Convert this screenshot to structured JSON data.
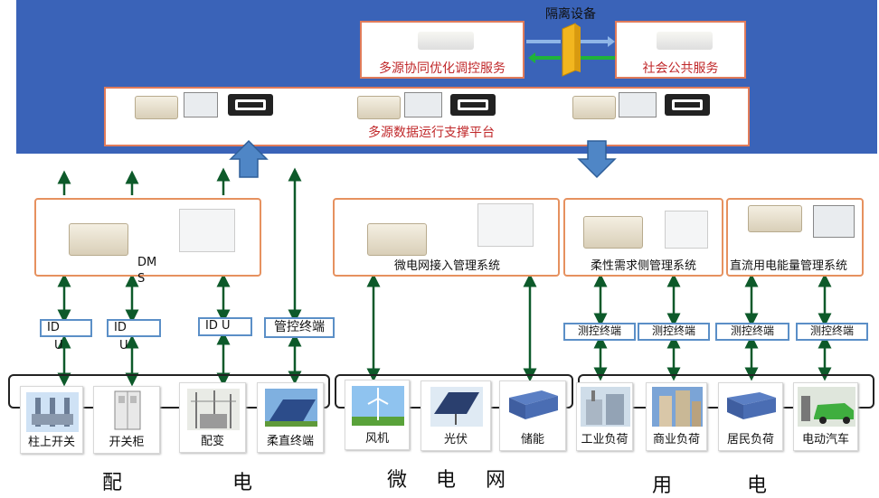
{
  "top": {
    "isolation_label": "隔离设备",
    "dispatch_service": "多源协同优化调控服务",
    "public_service": "社会公共服务",
    "platform": "多源数据运行支撑平台"
  },
  "distribution": {
    "dms_label_line1": "DM",
    "dms_label_line2": "S",
    "idu_labels": [
      {
        "line1": "ID",
        "line2": "U"
      },
      {
        "line1": "ID",
        "line2": "U"
      },
      {
        "line1": "ID U",
        "line2": ""
      }
    ],
    "control_terminal": "管控终端",
    "devices": [
      "柱上开关",
      "开关柜",
      "配变",
      "柔直终端"
    ],
    "caption": [
      "配",
      "电"
    ]
  },
  "microgrid": {
    "system": "微电网接入管理系统",
    "devices": [
      "风机",
      "光伏",
      "储能"
    ],
    "caption": [
      "微",
      "电",
      "网"
    ]
  },
  "consumption": {
    "flex_system": "柔性需求侧管理系统",
    "dc_system": "直流用电能量管理系统",
    "terminals": [
      "测控终端",
      "测控终端",
      "测控终端",
      "测控终端"
    ],
    "devices": [
      "工业负荷",
      "商业负荷",
      "居民负荷",
      "电动汽车"
    ],
    "caption": [
      "用",
      "电"
    ]
  },
  "colors": {
    "band": "#3a63b8",
    "box_border": "#e07b5a",
    "red_text": "#c0282a",
    "terminal_border": "#5b8fc7",
    "arrow_fill": "#4f86c6",
    "connector": "#0d5a2a"
  }
}
